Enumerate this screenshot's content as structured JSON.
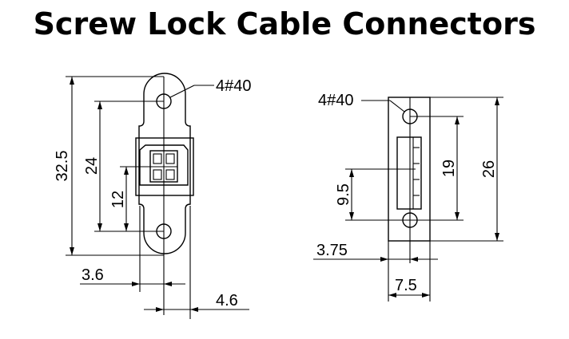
{
  "title": "Screw Lock Cable Connectors",
  "left_view": {
    "screw_label": "4#40",
    "dim_overall_height": "32.5",
    "dim_hole_spacing": "24",
    "dim_port_height": "12",
    "dim_bottom_left": "3.6",
    "dim_bottom_right": "4.6"
  },
  "right_view": {
    "screw_label": "4#40",
    "dim_port_height": "9.5",
    "dim_hole_spacing": "19",
    "dim_overall_height": "26",
    "dim_left_offset": "3.75",
    "dim_width": "7.5"
  }
}
